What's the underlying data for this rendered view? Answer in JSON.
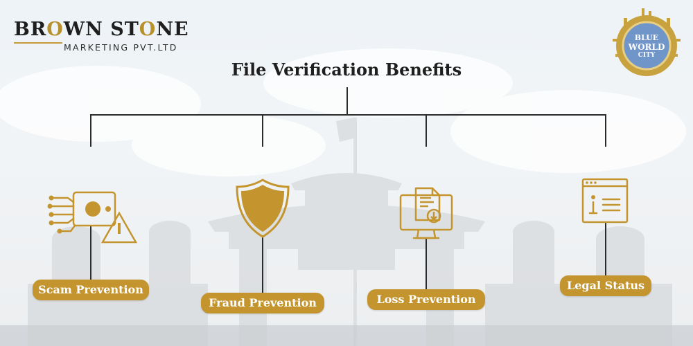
{
  "brand": {
    "name_part1": "BR",
    "name_o": "O",
    "name_part2": "WN ST",
    "name_o2": "O",
    "name_part3": "NE",
    "subtitle": "MARKETING PVT.LTD"
  },
  "partner_logo": {
    "line1": "BLUE",
    "line2": "WORLD",
    "line3": "CITY"
  },
  "title": "File Verification Benefits",
  "colors": {
    "accent_gold": "#c4952f",
    "line": "#2b2b2b",
    "text_dark": "#1f1f1f"
  },
  "benefits": [
    {
      "label": "Scam Prevention",
      "icon": "fraud-warning-circuit-icon"
    },
    {
      "label": "Fraud Prevention",
      "icon": "shield-icon"
    },
    {
      "label": "Loss Prevention",
      "icon": "document-download-monitor-icon"
    },
    {
      "label": "Legal Status",
      "icon": "info-document-browser-icon"
    }
  ]
}
